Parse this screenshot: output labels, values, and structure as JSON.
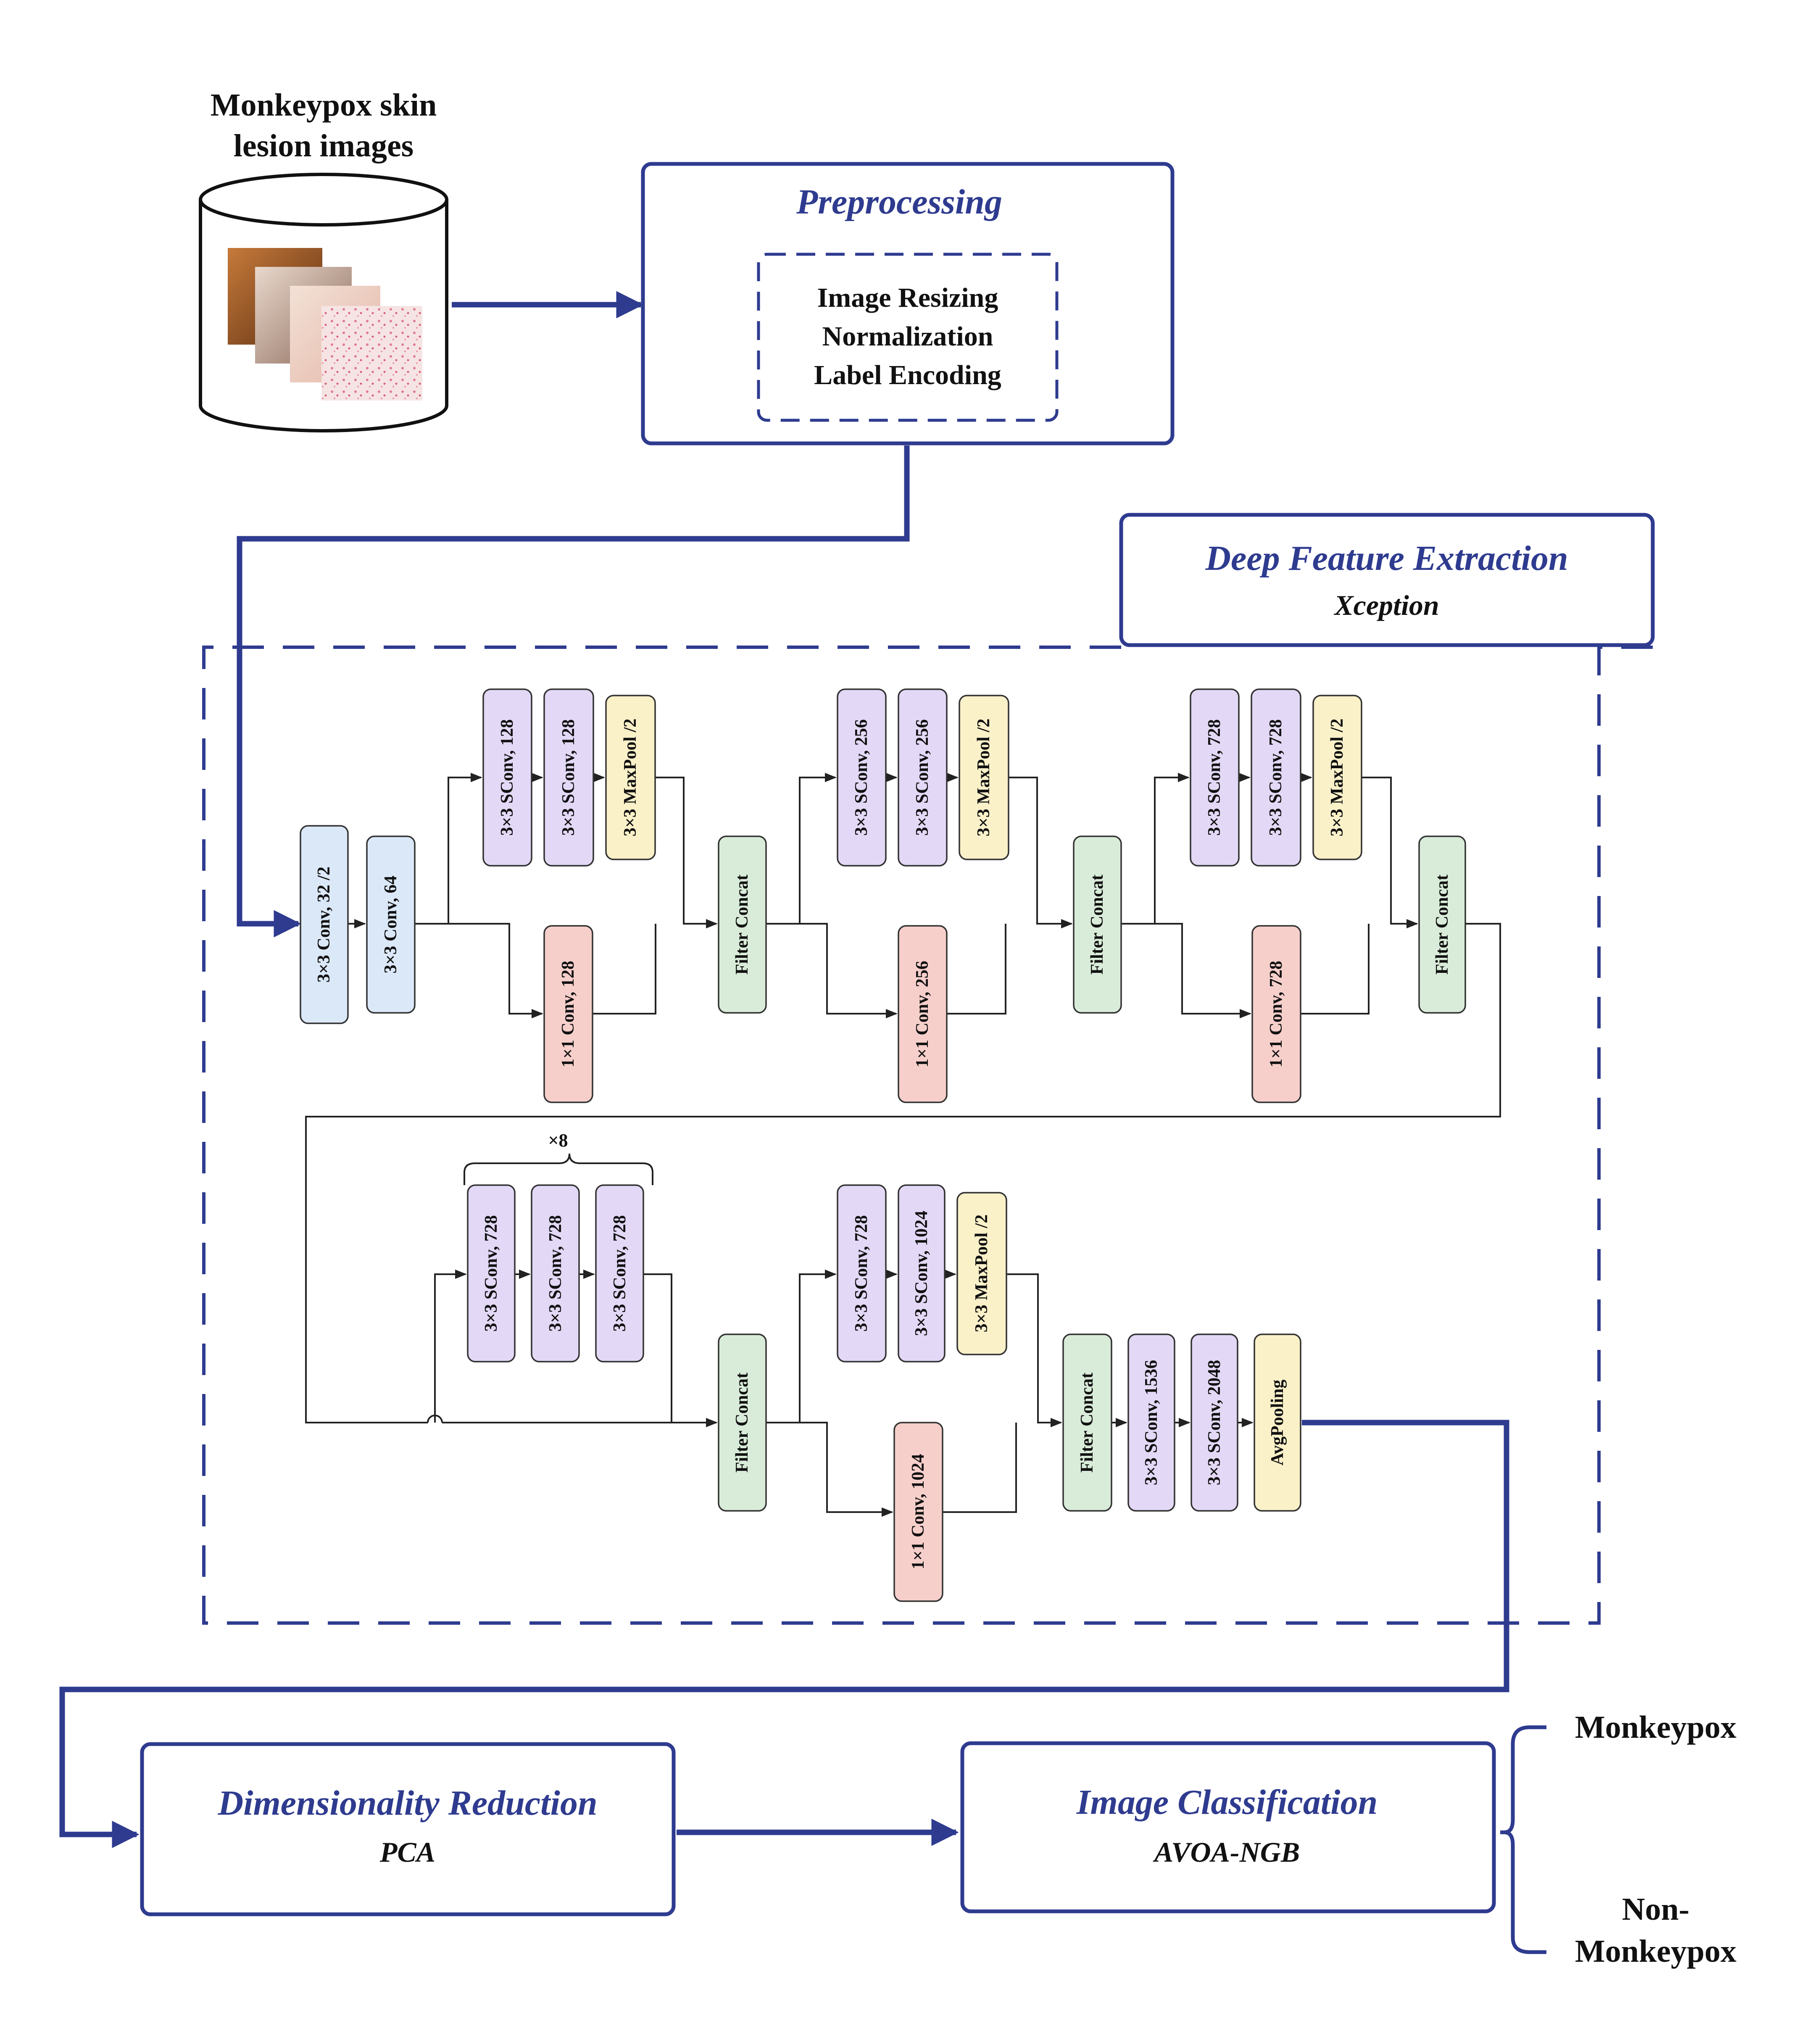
{
  "colors": {
    "navy": "#2e3b8f",
    "blue_block": "#dbe8f8",
    "purple_block": "#e3d8f6",
    "yellow_block": "#fbf1c9",
    "red_block": "#f6cfcb",
    "green_block": "#d9ecd9"
  },
  "dataset": {
    "title_line1": "Monkeypox skin",
    "title_line2": "lesion images"
  },
  "preprocessing": {
    "title": "Preprocessing",
    "steps": [
      "Image Resizing",
      "Normalization",
      "Label Encoding"
    ]
  },
  "feature_extraction": {
    "title": "Deep Feature Extraction",
    "subtitle": "Xception"
  },
  "xception": {
    "row1": {
      "conv1": "3×3 Conv, 32 /2",
      "conv2": "3×3 Conv, 64",
      "b1": {
        "sconv_a": "3×3 SConv, 128",
        "sconv_b": "3×3 SConv, 128",
        "pool": "3×3 MaxPool /2",
        "skip": "1×1 Conv, 128",
        "concat": "Filter Concat"
      },
      "b2": {
        "sconv_a": "3×3 SConv, 256",
        "sconv_b": "3×3 SConv, 256",
        "pool": "3×3 MaxPool /2",
        "skip": "1×1 Conv, 256",
        "concat": "Filter Concat"
      },
      "b3": {
        "sconv_a": "3×3 SConv, 728",
        "sconv_b": "3×3 SConv, 728",
        "pool": "3×3 MaxPool /2",
        "skip": "1×1 Conv, 728",
        "concat": "Filter Concat"
      }
    },
    "row2": {
      "repeat_label": "×8",
      "m1": "3×3 SConv, 728",
      "m2": "3×3 SConv, 728",
      "m3": "3×3 SConv, 728",
      "concat1": "Filter Concat",
      "e1": "3×3 SConv, 728",
      "e2": "3×3 SConv, 1024",
      "pool": "3×3 MaxPool /2",
      "skip": "1×1 Conv, 1024",
      "concat2": "Filter Concat",
      "f1": "3×3 SConv, 1536",
      "f2": "3×3 SConv, 2048",
      "avgpool": "AvgPooling"
    }
  },
  "reduction": {
    "title": "Dimensionality Reduction",
    "subtitle": "PCA"
  },
  "classification": {
    "title": "Image Classification",
    "subtitle": "AVOA-NGB"
  },
  "outputs": {
    "class1": "Monkeypox",
    "class2_line1": "Non-",
    "class2_line2": "Monkeypox"
  }
}
